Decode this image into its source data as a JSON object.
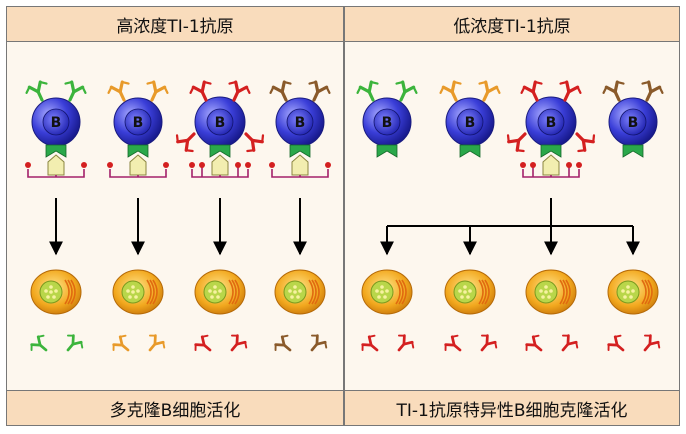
{
  "left_panel": {
    "title": "高浓度TI-1抗原",
    "caption": "多克隆B细胞活化",
    "cells": [
      {
        "label": "B",
        "receptor_color": "#3cb43c",
        "antigen_bound": false
      },
      {
        "label": "B",
        "receptor_color": "#e89a2a",
        "antigen_bound": false
      },
      {
        "label": "B",
        "receptor_color": "#d42020",
        "antigen_bound": true
      },
      {
        "label": "B",
        "receptor_color": "#8a5a2a",
        "antigen_bound": false
      }
    ],
    "antibody_colors": [
      "#3cb43c",
      "#e89a2a",
      "#d42020",
      "#8a5a2a"
    ]
  },
  "right_panel": {
    "title": "低浓度TI-1抗原",
    "caption": "TI-1抗原特异性B细胞克隆活化",
    "cells": [
      {
        "label": "B",
        "receptor_color": "#3cb43c",
        "antigen_bound": false
      },
      {
        "label": "B",
        "receptor_color": "#e89a2a",
        "antigen_bound": false
      },
      {
        "label": "B",
        "receptor_color": "#d42020",
        "antigen_bound": true
      },
      {
        "label": "B",
        "receptor_color": "#8a5a2a",
        "antigen_bound": false
      }
    ],
    "antibody_colors": [
      "#d42020",
      "#d42020",
      "#d42020",
      "#d42020"
    ]
  },
  "colors": {
    "header_bg": "#f9dcbc",
    "panel_bg": "#fdf7ee",
    "b_cell": "#3a3ed8",
    "tlr": "#2aa84a",
    "mitogen": "#f2eeb0",
    "linker": "#a3206a",
    "plasma_cell": "#f2a81e"
  }
}
